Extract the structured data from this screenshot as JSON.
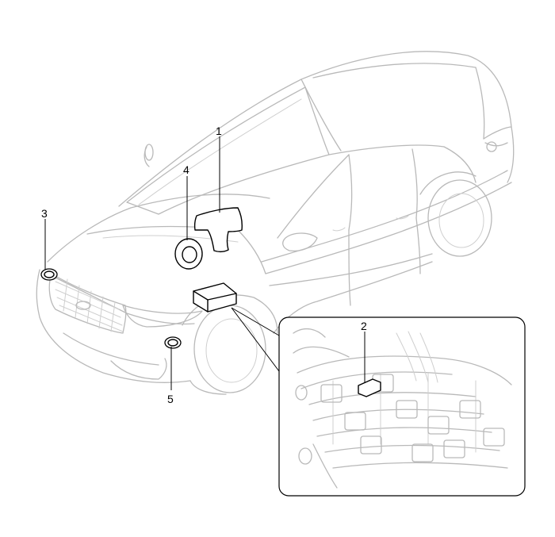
{
  "callouts": [
    {
      "id": "1",
      "label": "1"
    },
    {
      "id": "2",
      "label": "2"
    },
    {
      "id": "3",
      "label": "3"
    },
    {
      "id": "4",
      "label": "4"
    },
    {
      "id": "5",
      "label": "5"
    }
  ],
  "colors": {
    "outline": "#b9b9b9",
    "highlight": "#000000",
    "background": "#ffffff"
  }
}
